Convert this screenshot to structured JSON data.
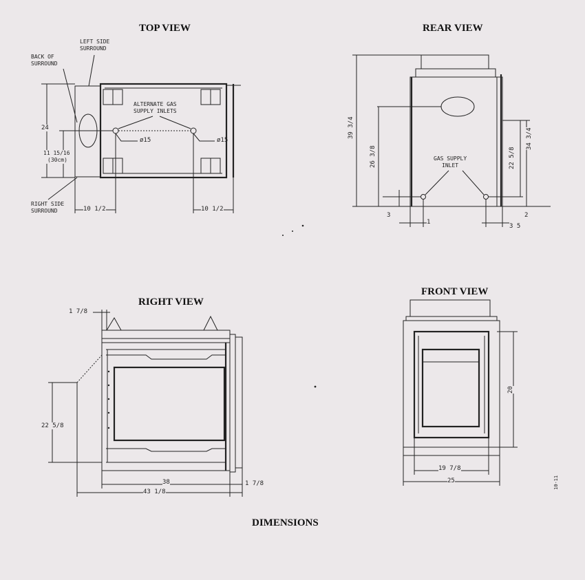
{
  "titles": {
    "top_view": "TOP VIEW",
    "rear_view": "REAR VIEW",
    "right_view": "RIGHT VIEW",
    "front_view": "FRONT VIEW",
    "caption": "DIMENSIONS"
  },
  "top_view": {
    "left_side_surround": [
      "LEFT SIDE",
      "SURROUND"
    ],
    "back_of_surround": [
      "BACK OF",
      "SURROUND"
    ],
    "right_side_surround": [
      "RIGHT SIDE",
      "SURROUND"
    ],
    "alternate_gas_supply_inlets": [
      "ALTERNATE GAS",
      "SUPPLY INLETS"
    ],
    "inlet_diameter_left": "ø15",
    "inlet_diameter_right": "ø15",
    "depth": "24",
    "inlet_height": [
      "11 15/16",
      "(30cm)"
    ],
    "left_offset": "10 1/2",
    "right_offset": "10 1/2"
  },
  "rear_view": {
    "overall_height": "39 3/4",
    "vent_height": "26 3/8",
    "side_height": "34 3/4",
    "inlet_height": "22 5/8",
    "gas_supply_inlet": [
      "GAS SUPPLY",
      "INLET"
    ],
    "left_small_a": "3",
    "left_small_b": "1",
    "right_small_a": "2",
    "right_small_b": "3 5"
  },
  "right_view": {
    "top_offset": "1 7/8",
    "opening_height": "22 5/8",
    "body_width": "38",
    "overall_width": "43 1/8",
    "right_offset": "1 7/8"
  },
  "front_view": {
    "opening_height": "20",
    "opening_width": "19 7/8",
    "overall_width": "25"
  },
  "margin_code": "10-11"
}
